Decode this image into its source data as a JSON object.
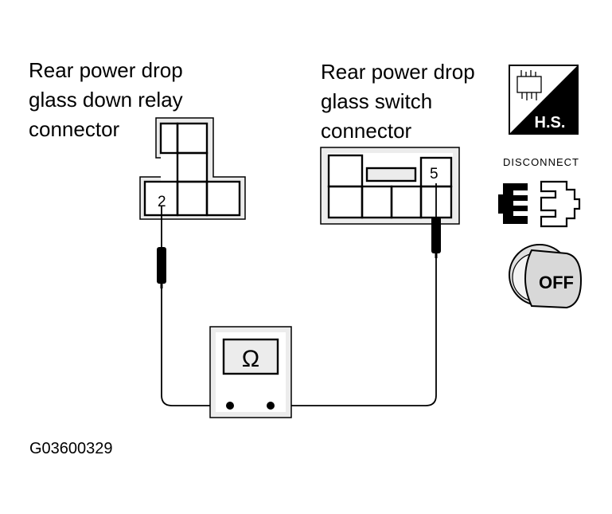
{
  "relay_connector": {
    "label_lines": [
      "Rear power drop",
      "glass down relay",
      "connector"
    ],
    "pin": "2"
  },
  "switch_connector": {
    "label_lines": [
      "Rear power drop",
      "glass switch",
      "connector"
    ],
    "pin": "5"
  },
  "meter": {
    "symbol": "Ω"
  },
  "icons": {
    "hs_badge": "H.S.",
    "disconnect_label": "DISCONNECT",
    "key_label": "OFF"
  },
  "figure_code": "G03600329"
}
